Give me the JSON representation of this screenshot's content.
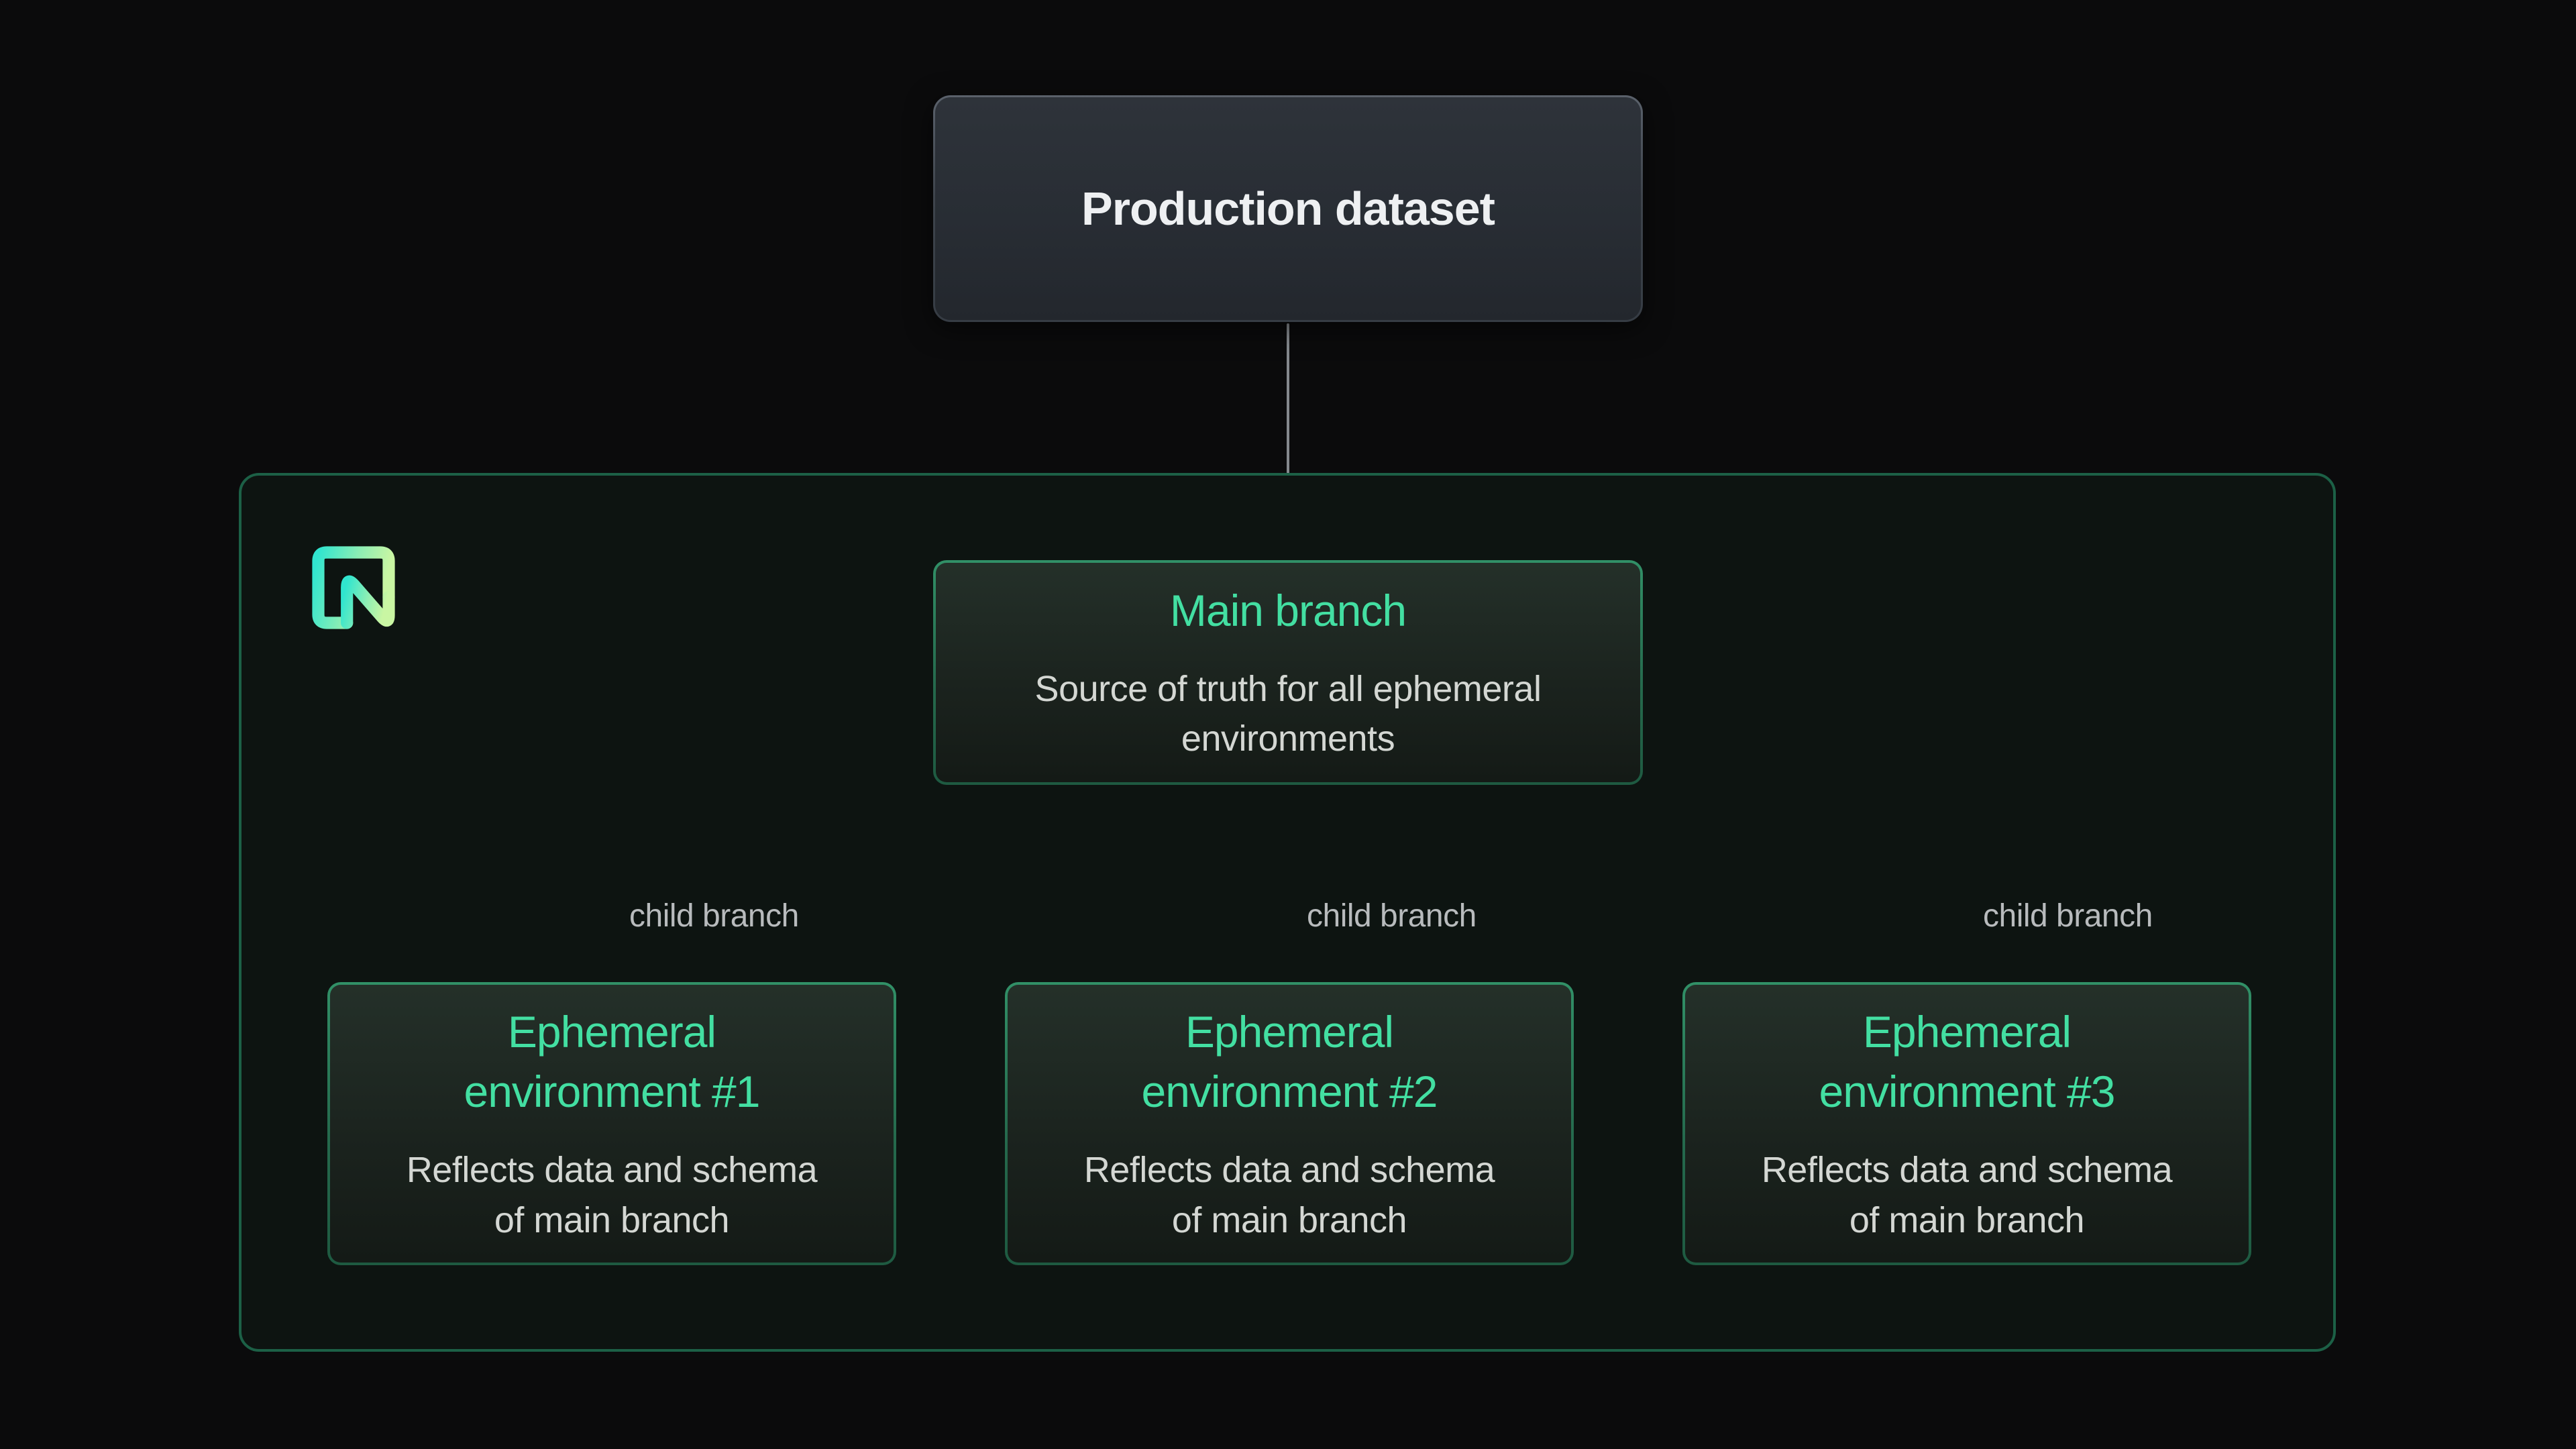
{
  "production": {
    "label": "Production dataset"
  },
  "main_branch": {
    "title": "Main branch",
    "description_lines": [
      "Source of truth for all ephemeral",
      "environments"
    ]
  },
  "child_branch_labels": [
    "child branch",
    "child branch",
    "child branch"
  ],
  "environments": [
    {
      "title_lines": [
        "Ephemeral",
        "environment #1"
      ],
      "description_lines": [
        "Reflects data and schema",
        "of main branch"
      ]
    },
    {
      "title_lines": [
        "Ephemeral",
        "environment #2"
      ],
      "description_lines": [
        "Reflects data and schema",
        "of main branch"
      ]
    },
    {
      "title_lines": [
        "Ephemeral",
        "environment #3"
      ],
      "description_lines": [
        "Reflects data and schema",
        "of main branch"
      ]
    }
  ],
  "logo": {
    "name": "neon-logo"
  },
  "colors": {
    "page_background": "#0b0b0c",
    "container_background": "#0d1411",
    "container_border": "#1c6046",
    "green_node_border": "#2c8a62",
    "accent_green_text": "#43dfa2",
    "description_gray": "#d4d7d3",
    "edge_label_gray": "#b8bbbd",
    "arrow_gray": "#84888d",
    "production_box_fill": "#282d34",
    "production_box_border": "#474d56",
    "production_text": "#eef0f2",
    "logo_gradient_start": "#30e5cf",
    "logo_gradient_end": "#c9f6a3"
  }
}
